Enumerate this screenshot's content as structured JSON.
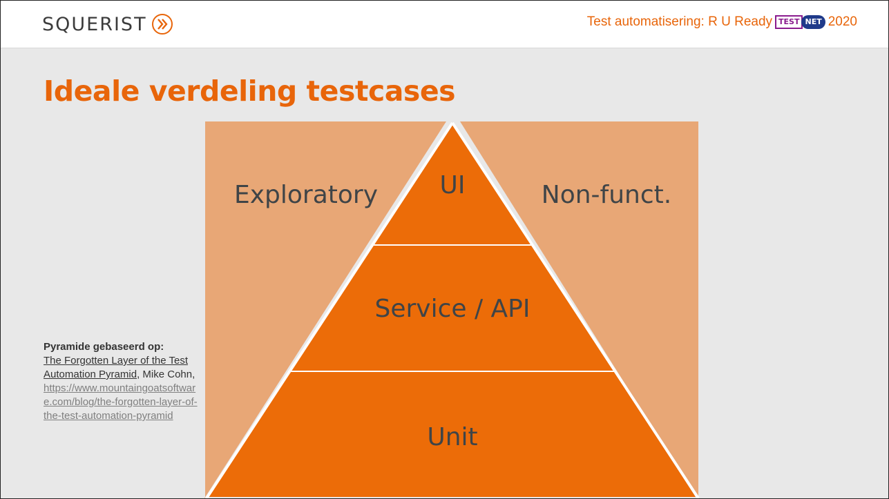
{
  "header": {
    "logo_text": "SQUERIST",
    "event_prefix": "Test automatisering: R U Ready",
    "badge_left": "TEST",
    "badge_right": "NET",
    "event_year": "2020"
  },
  "title": "Ideale verdeling testcases",
  "pyramid": {
    "left_label": "Exploratory",
    "right_label": "Non-funct.",
    "layers": [
      {
        "name": "UI"
      },
      {
        "name": "Service / API"
      },
      {
        "name": "Unit"
      }
    ]
  },
  "reference": {
    "heading": "Pyramide gebaseerd op:",
    "link_text": "The Forgotten Layer of the Test Automation Pyramid",
    "author": ", Mike Cohn,",
    "url": "https://www.mountaingoatsoftware.com/blog/the-forgotten-layer-of-the-test-automation-pyramid"
  },
  "colors": {
    "accent": "#E8650A",
    "side_panels": "#E8A776",
    "background": "#E8E8E8"
  }
}
